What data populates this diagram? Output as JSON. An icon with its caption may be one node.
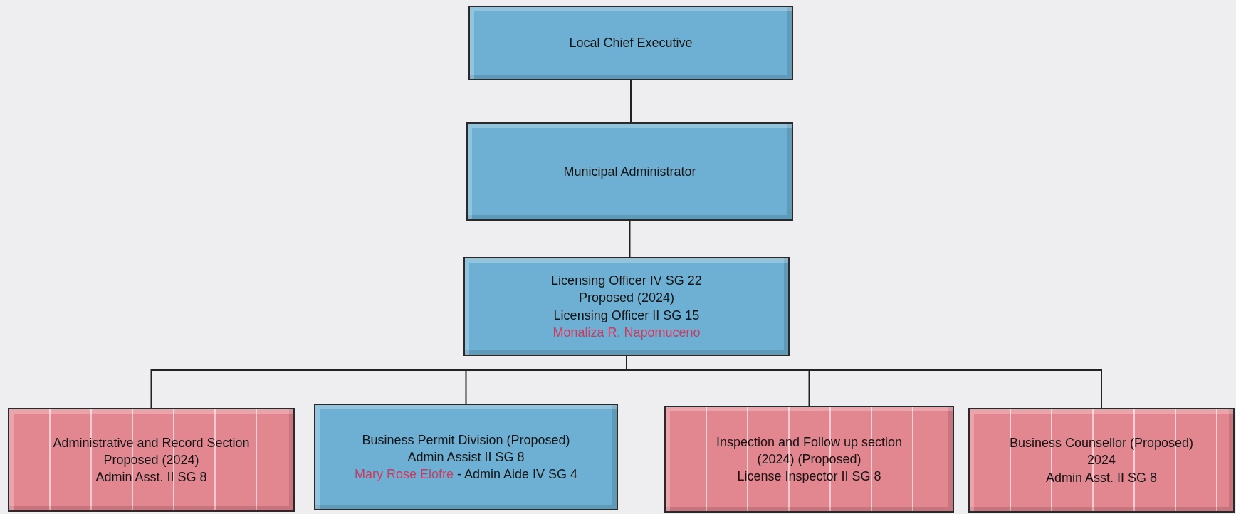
{
  "diagram": {
    "nodes": [
      {
        "text": [
          "Local Chief Executive"
        ]
      },
      {
        "text": [
          "Municipal Administrator"
        ]
      },
      {
        "text": [
          "Licensing Officer IV SG 22",
          "Proposed (2024)",
          "Licensing Officer II SG 15",
          "Monaliza R. Napomuceno"
        ]
      },
      {
        "text": [
          "Administrative and Record Section",
          "Proposed (2024)",
          "Admin Asst. II SG 8"
        ]
      },
      {
        "text": [
          "Business Permit Division (Proposed)",
          "Admin Assist II SG 8",
          "Mary Rose Elofre",
          "- Admin Aide IV SG 4"
        ]
      },
      {
        "text": [
          "Inspection and Follow up section",
          "(2024) (Proposed)",
          "License Inspector II SG 8"
        ]
      },
      {
        "text": [
          "Business Counsellor (Proposed)",
          "2024",
          "Admin Asst. II SG 8"
        ]
      }
    ],
    "edges": [
      {
        "from": 0,
        "to": 1,
        "arrow": "none"
      },
      {
        "from": 1,
        "to": 2,
        "arrow": "none"
      },
      {
        "from": 2,
        "to": 3,
        "arrow": "none"
      },
      {
        "from": 2,
        "to": 4,
        "arrow": "none"
      },
      {
        "from": 2,
        "to": 5,
        "arrow": "none"
      },
      {
        "from": 2,
        "to": 6,
        "arrow": "none"
      }
    ]
  }
}
